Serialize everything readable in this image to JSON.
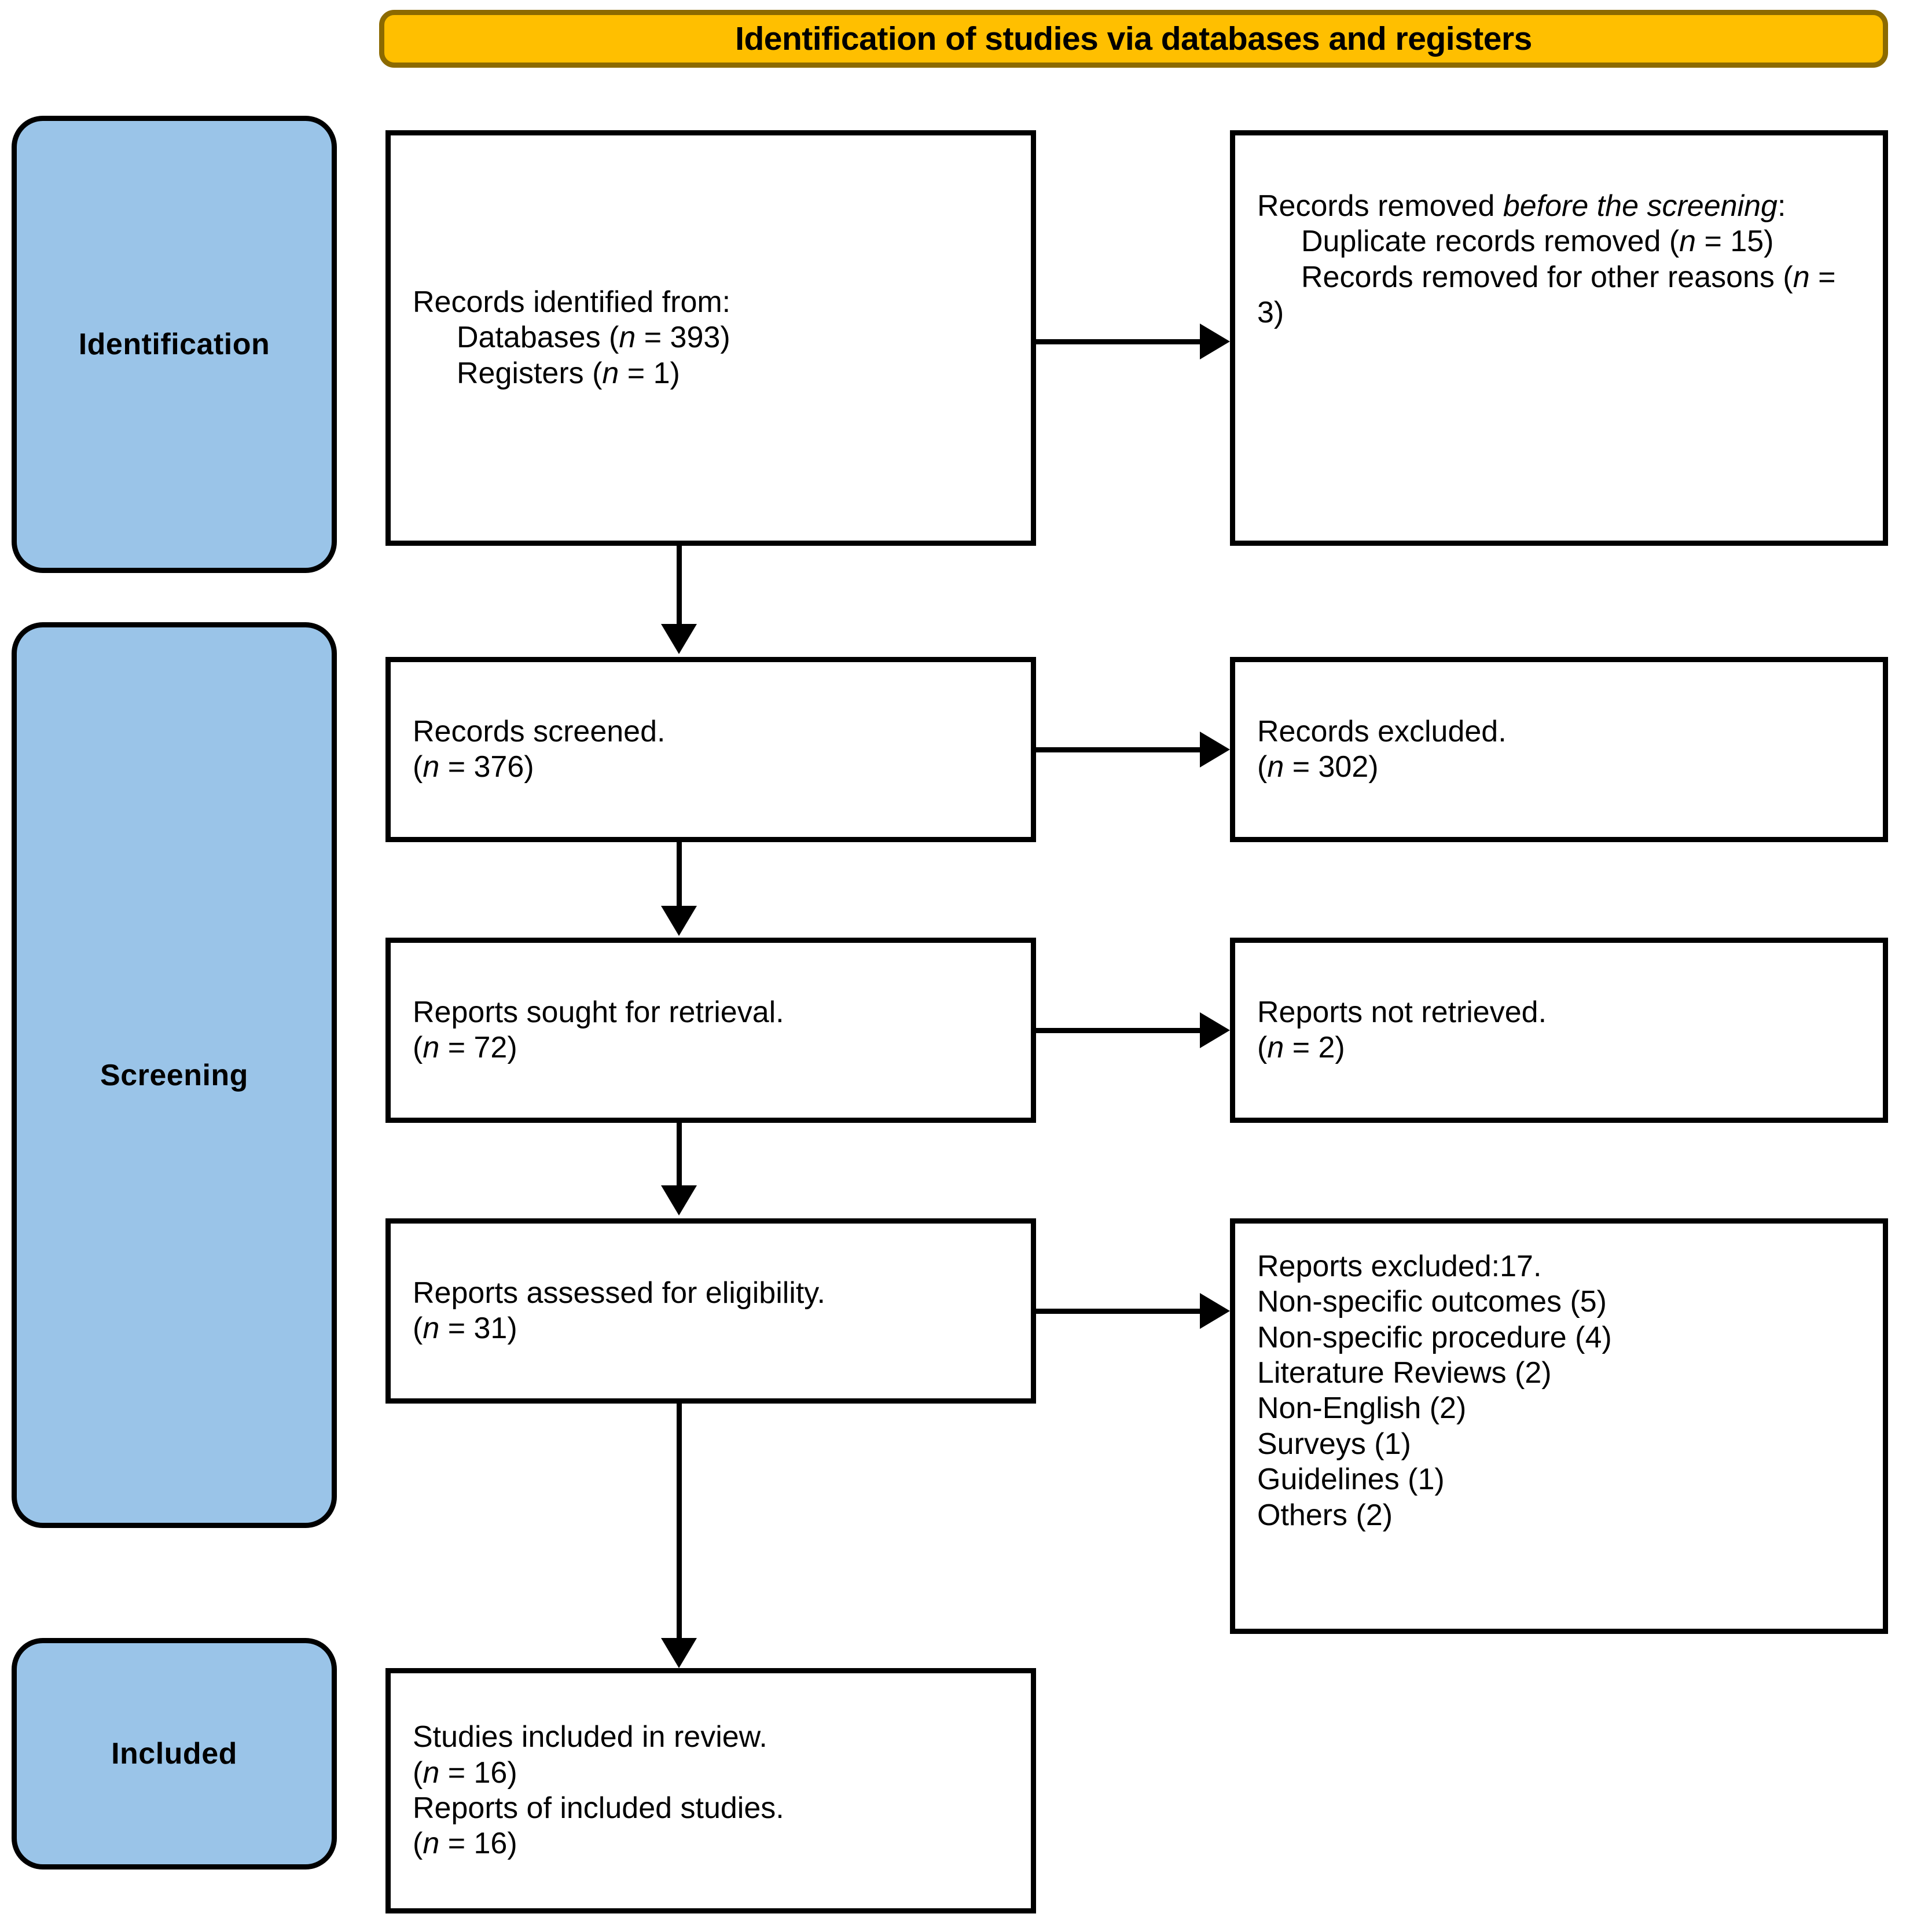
{
  "header": {
    "title": "Identification of studies via databases and registers"
  },
  "stages": [
    {
      "id": "identification",
      "label": "Identification"
    },
    {
      "id": "screening",
      "label": "Screening"
    },
    {
      "id": "included",
      "label": "Included"
    }
  ],
  "boxes": {
    "records_identified": {
      "lines": [
        "Records identified from:",
        "    Databases (n = 393)",
        "    Registers (n = 1)"
      ]
    },
    "records_removed": {
      "lines": [
        "Records removed before the screening:",
        "    Duplicate records removed (n = 15)",
        "    Records removed for other reasons (n = 3)"
      ]
    },
    "records_screened": {
      "lines": [
        "Records screened.",
        "(n = 376)"
      ]
    },
    "records_excluded": {
      "lines": [
        "Records excluded.",
        "(n = 302)"
      ]
    },
    "reports_sought": {
      "lines": [
        "Reports sought for retrieval.",
        "(n = 72)"
      ]
    },
    "reports_not_retrieved": {
      "lines": [
        "Reports not retrieved.",
        "(n = 2)"
      ]
    },
    "reports_assessed": {
      "lines": [
        "Reports assessed for eligibility.",
        "(n = 31)"
      ]
    },
    "reports_excluded": {
      "heading": "Reports excluded:17.",
      "reasons": [
        "Non-specific outcomes (5)",
        "Non-specific procedure (4)",
        "Literature Reviews (2)",
        "Non-English (2)",
        "Surveys (1)",
        "Guidelines (1)",
        "Others (2)"
      ]
    },
    "studies_included": {
      "lines": [
        "Studies included in review.",
        "(n = 16)",
        "Reports of included studies.",
        "(n = 16)"
      ]
    }
  },
  "colors": {
    "banner_fill": "#FFBF00",
    "banner_border": "#8C6A00",
    "stage_fill": "#9AC4E8",
    "box_border": "#000000",
    "text": "#000000"
  }
}
